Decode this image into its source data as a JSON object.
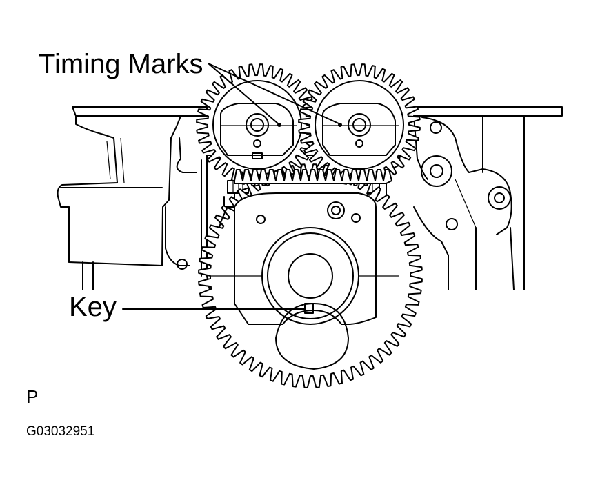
{
  "labels": {
    "timing_marks": "Timing Marks",
    "key": "Key",
    "view_letter": "P",
    "figure_code": "G03032951"
  },
  "components": {
    "timing_mark_count": 2,
    "crankshaft_gear_teeth": 60,
    "balance_gear_left_teeth": 36,
    "balance_gear_right_teeth": 36
  }
}
